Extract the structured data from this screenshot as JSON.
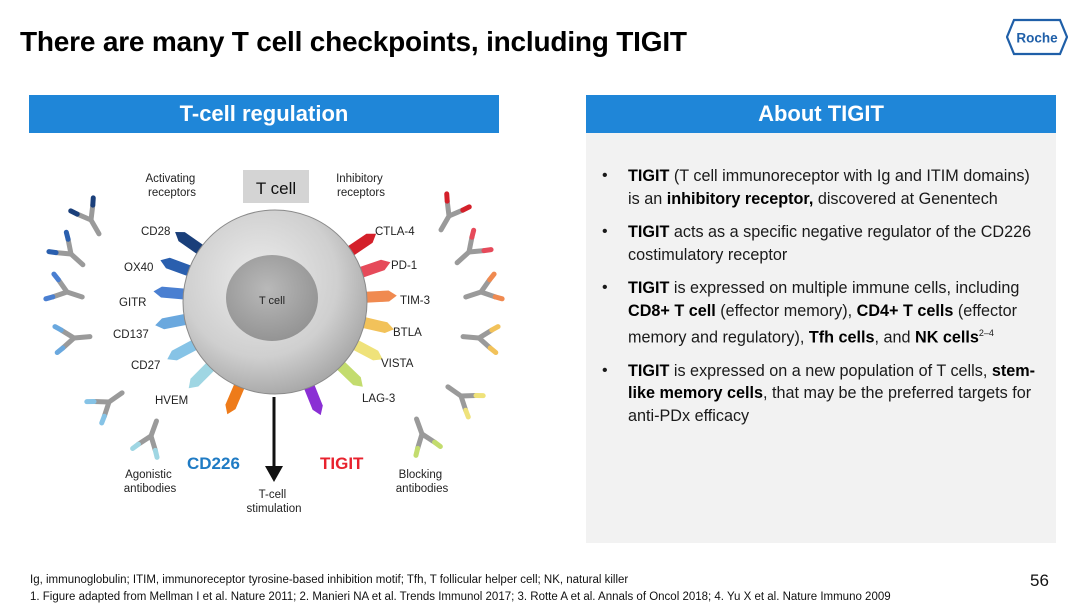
{
  "title": "There are many T cell checkpoints, including TIGIT",
  "logo_text": "Roche",
  "left_panel": {
    "heading": "T-cell regulation",
    "labels": {
      "activating": [
        "Activating",
        "receptors"
      ],
      "inhibitory": [
        "Inhibitory",
        "receptors"
      ],
      "tcell_box": "T cell",
      "tcell_core": "T cell",
      "agonistic": [
        "Agonistic",
        "antibodies"
      ],
      "blocking": [
        "Blocking",
        "antibodies"
      ],
      "stimulation": [
        "T-cell",
        "stimulation"
      ],
      "cd226": "CD226",
      "tigit": "TIGIT"
    },
    "activating_receptors": [
      "CD28",
      "OX40",
      "GITR",
      "CD137",
      "CD27",
      "HVEM"
    ],
    "inhibitory_receptors": [
      "CTLA-4",
      "PD-1",
      "TIM-3",
      "BTLA",
      "VISTA",
      "LAG-3"
    ],
    "colors": {
      "cd226": "#1f7bc4",
      "tigit": "#e8222e"
    }
  },
  "right_panel": {
    "heading": "About TIGIT",
    "bullets": [
      {
        "segments": [
          {
            "text": "TIGIT",
            "bold": true
          },
          {
            "text": " (T cell immunoreceptor with Ig and ITIM domains) is an ",
            "bold": false
          },
          {
            "text": "inhibitory receptor,",
            "bold": true
          },
          {
            "text": " discovered at Genentech",
            "bold": false
          }
        ]
      },
      {
        "segments": [
          {
            "text": "TIGIT",
            "bold": true
          },
          {
            "text": " acts as a specific negative regulator of the CD226 costimulatory receptor",
            "bold": false
          }
        ]
      },
      {
        "segments": [
          {
            "text": "TIGIT",
            "bold": true
          },
          {
            "text": " is expressed on multiple immune cells, including ",
            "bold": false
          },
          {
            "text": "CD8+ T cell",
            "bold": true
          },
          {
            "text": " (effector memory), ",
            "bold": false
          },
          {
            "text": "CD4+ T cells",
            "bold": true
          },
          {
            "text": " (effector memory and regulatory), ",
            "bold": false
          },
          {
            "text": "Tfh cells",
            "bold": true
          },
          {
            "text": ", and  ",
            "bold": false
          },
          {
            "text": "NK cells",
            "bold": true
          },
          {
            "text": "2–4",
            "bold": false,
            "sup": true
          }
        ]
      },
      {
        "segments": [
          {
            "text": "TIGIT",
            "bold": true
          },
          {
            "text": " is expressed on a new population of T cells, ",
            "bold": false
          },
          {
            "text": "stem-like memory cells",
            "bold": true
          },
          {
            "text": ", that may be the preferred targets for anti-PDx efficacy",
            "bold": false
          }
        ]
      }
    ]
  },
  "footnotes": {
    "abbreviations": "Ig, immunoglobulin; ITIM, immunoreceptor tyrosine-based inhibition motif; Tfh, T follicular helper cell; NK, natural killer",
    "references": "1. Figure adapted from Mellman I et al. Nature 2011; 2. Manieri NA et al. Trends Immunol 2017; 3. Rotte A et al. Annals of Oncol 2018; 4. Yu X et al. Nature Immuno 2009"
  },
  "page_number": "56"
}
